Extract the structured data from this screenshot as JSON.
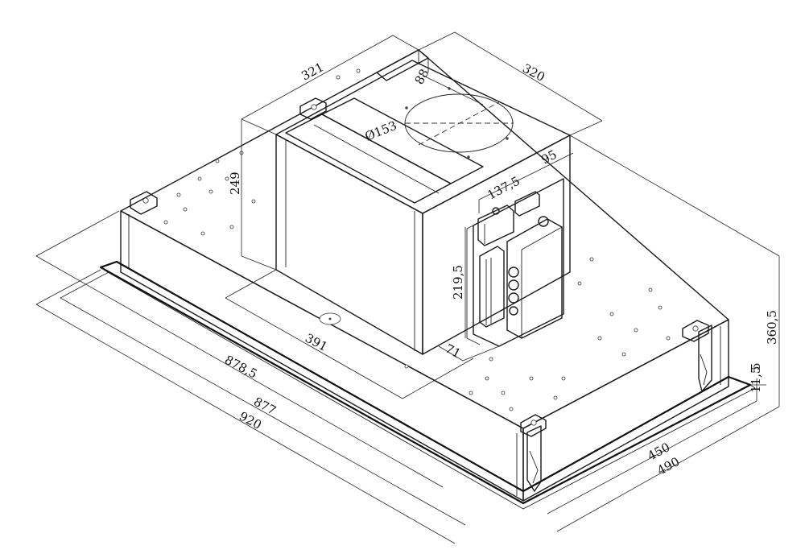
{
  "dimensions": {
    "d321": "321",
    "d320": "320",
    "d88": "88",
    "d153": "Ø153",
    "d249": "249",
    "d95": "95",
    "d137": "137,5",
    "d219": "219,5",
    "d391": "391",
    "d71": "71",
    "d878": "878,5",
    "d877": "877",
    "d920": "920",
    "d450": "450",
    "d490": "490",
    "d360": "360,5",
    "d115": "11,5",
    "d5": "5"
  }
}
